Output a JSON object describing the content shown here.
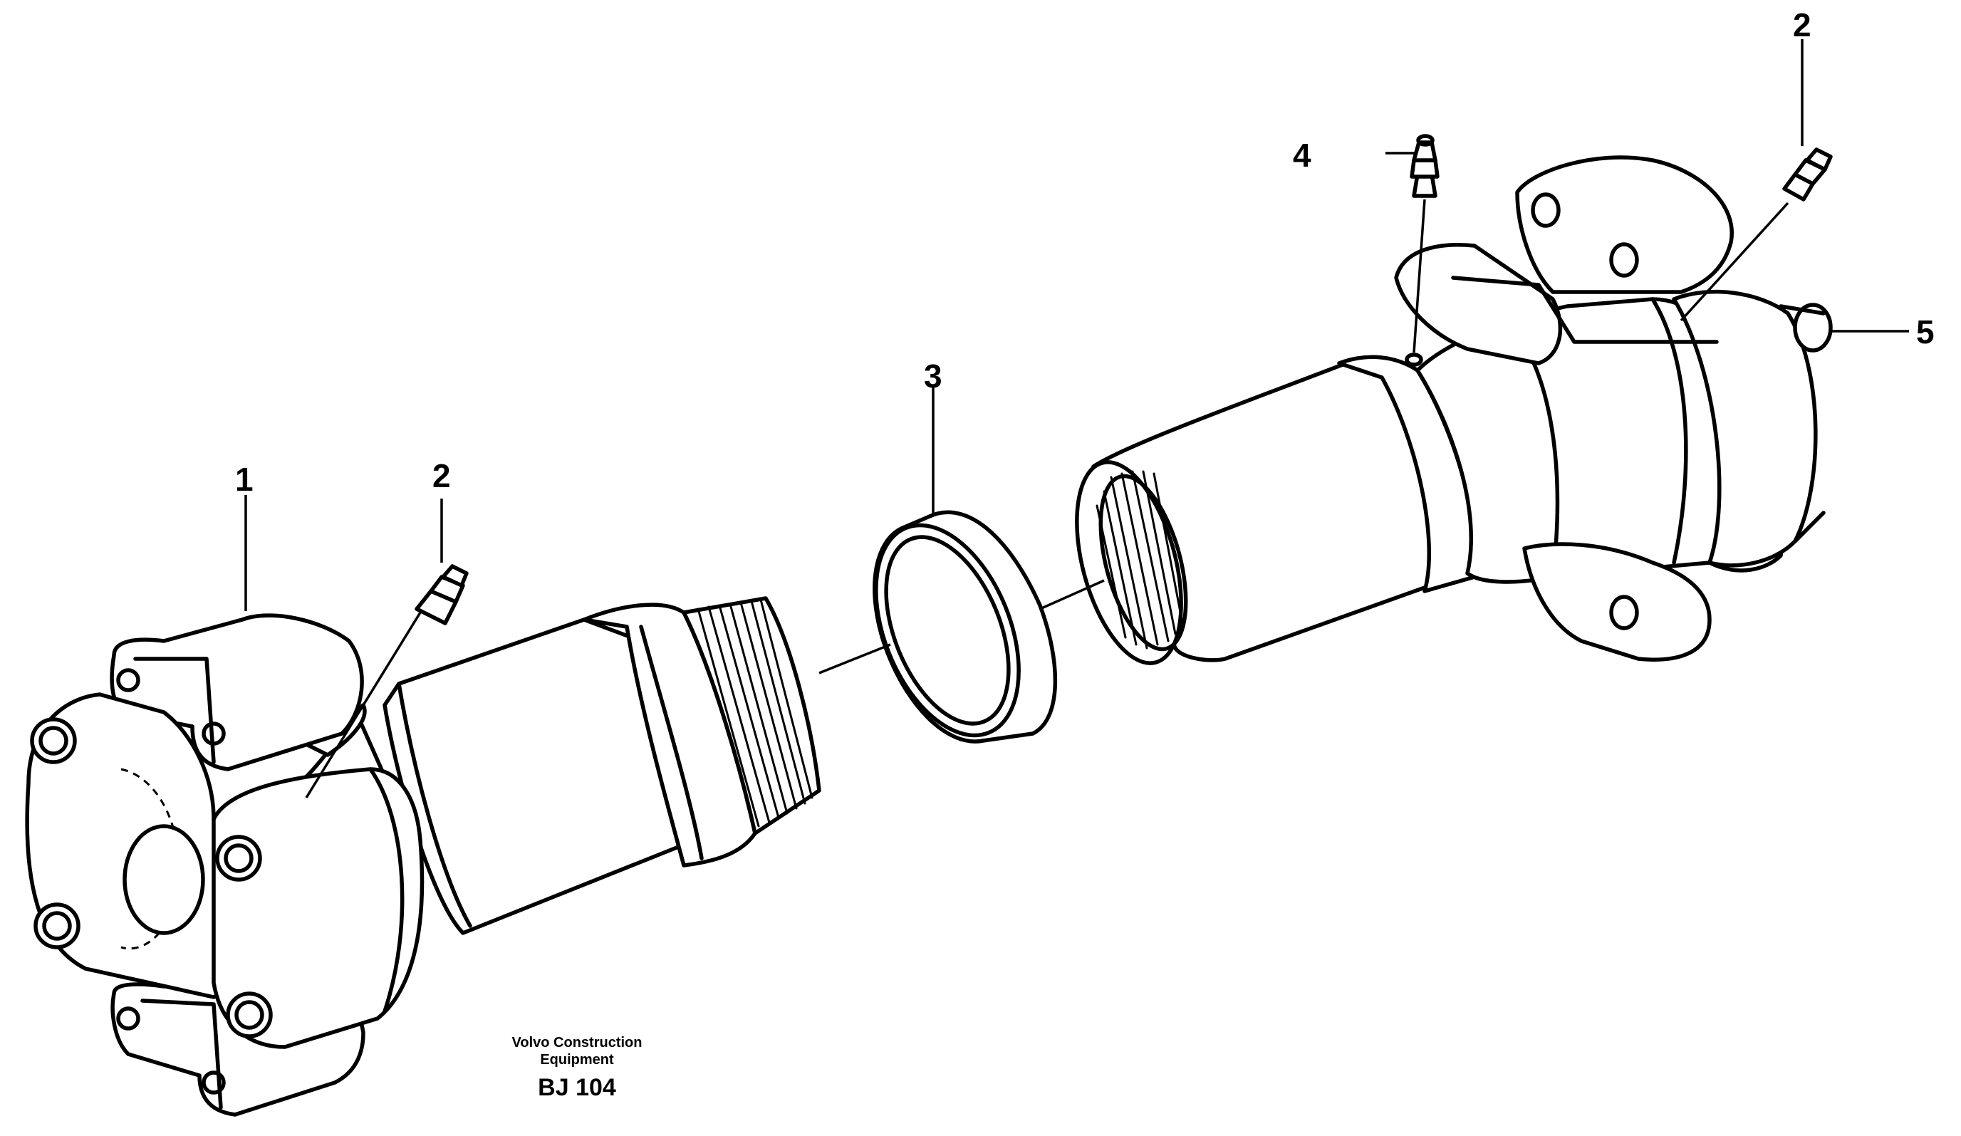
{
  "diagram": {
    "callouts": {
      "c1": "1",
      "c2_left": "2",
      "c2_right": "2",
      "c3": "3",
      "c4": "4",
      "c5": "5"
    },
    "footer": {
      "company_line1": "Volvo Construction",
      "company_line2": "Equipment",
      "drawing_code": "BJ 104"
    }
  }
}
